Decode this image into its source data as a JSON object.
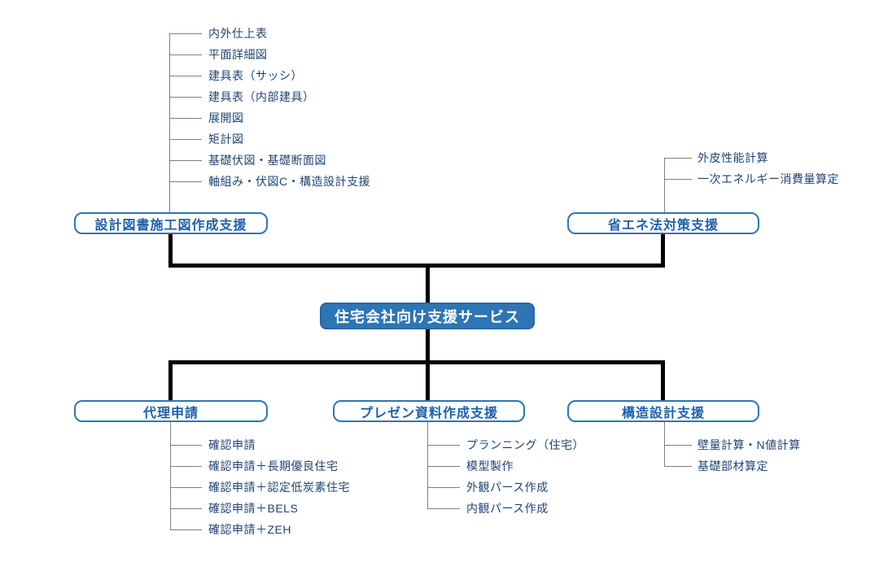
{
  "page": {
    "background": "#FFFFFF"
  },
  "colors": {
    "accent-blue": "#2E75B6",
    "root-fill": "#2E75B6",
    "root-border": "#2767A6",
    "root-text": "#FFFFFF",
    "box-text": "#1E60AA",
    "item-text": "#1F4473",
    "connector-black": "#000000",
    "bracket-gray": "#7F7F7F"
  },
  "root": {
    "label": "住宅会社向け支援サービス"
  },
  "branches": {
    "top_left": {
      "label": "設計図書施工図作成支援",
      "items": [
        "内外仕上表",
        "平面詳細図",
        "建具表（サッシ）",
        "建具表（内部建具）",
        "展開図",
        "矩計図",
        "基礎伏図・基礎断面図",
        "軸組み・伏図C・構造設計支援"
      ]
    },
    "top_right": {
      "label": "省エネ法対策支援",
      "items": [
        "外皮性能計算",
        "一次エネルギー消費量算定"
      ]
    },
    "bottom_left": {
      "label": "代理申請",
      "items": [
        "確認申請",
        "確認申請＋長期優良住宅",
        "確認申請＋認定低炭素住宅",
        "確認申請＋BELS",
        "確認申請＋ZEH"
      ]
    },
    "bottom_middle": {
      "label": "プレゼン資料作成支援",
      "items": [
        "プランニング（住宅）",
        "模型製作",
        "外観パース作成",
        "内観パース作成"
      ]
    },
    "bottom_right": {
      "label": "構造設計支援",
      "items": [
        "壁量計算・N値計算",
        "基礎部材算定"
      ]
    }
  }
}
